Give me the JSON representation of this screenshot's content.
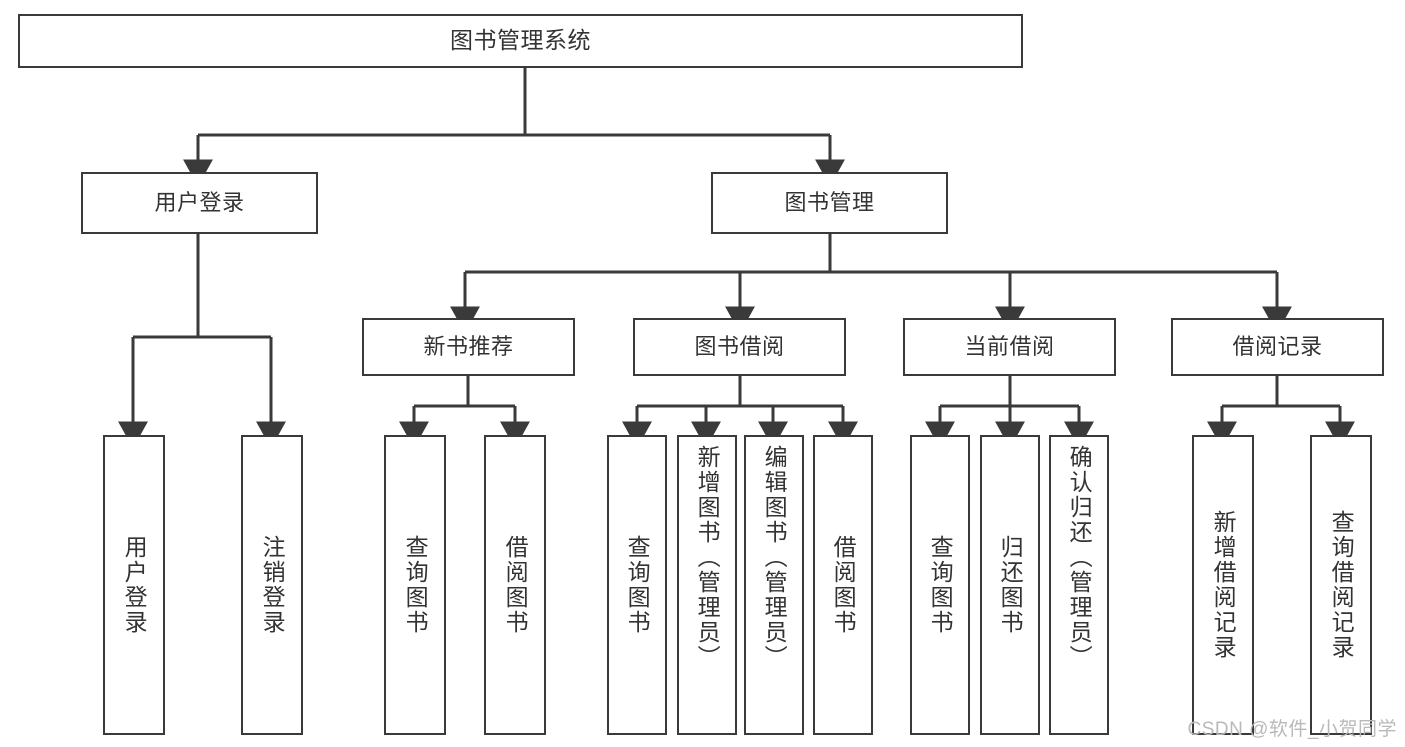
{
  "diagram": {
    "title": "图书管理系统",
    "type": "tree",
    "watermark": "CSDN @软件_小贺同学",
    "colors": {
      "box_border": "#3a3a3a",
      "box_fill": "#ffffff",
      "edge": "#3a3a3a",
      "text": "#333333",
      "watermark": "#b9b9b9"
    },
    "root": {
      "id": "root",
      "label": "图书管理系统"
    },
    "level1": [
      {
        "id": "l1-0",
        "label": "用户登录"
      },
      {
        "id": "l1-1",
        "label": "图书管理"
      }
    ],
    "level2": [
      {
        "id": "l2-0",
        "label": "新书推荐",
        "parent": "l1-1"
      },
      {
        "id": "l2-1",
        "label": "图书借阅",
        "parent": "l1-1"
      },
      {
        "id": "l2-2",
        "label": "当前借阅",
        "parent": "l1-1"
      },
      {
        "id": "l2-3",
        "label": "借阅记录",
        "parent": "l1-1"
      }
    ],
    "leaves": [
      {
        "id": "lf-0",
        "label": "用户登录",
        "parent": "l1-0"
      },
      {
        "id": "lf-1",
        "label": "注销登录",
        "parent": "l1-0"
      },
      {
        "id": "lf-2",
        "label": "查询图书",
        "parent": "l2-0"
      },
      {
        "id": "lf-3",
        "label": "借阅图书",
        "parent": "l2-0"
      },
      {
        "id": "lf-4",
        "label": "查询图书",
        "parent": "l2-1"
      },
      {
        "id": "lf-5",
        "label": "新增图书（管理员）",
        "parent": "l2-1"
      },
      {
        "id": "lf-6",
        "label": "编辑图书（管理员）",
        "parent": "l2-1"
      },
      {
        "id": "lf-7",
        "label": "借阅图书",
        "parent": "l2-1"
      },
      {
        "id": "lf-8",
        "label": "查询图书",
        "parent": "l2-2"
      },
      {
        "id": "lf-9",
        "label": "归还图书",
        "parent": "l2-2"
      },
      {
        "id": "lf-10",
        "label": "确认归还（管理员）",
        "parent": "l2-2"
      },
      {
        "id": "lf-11",
        "label": "新增借阅记录",
        "parent": "l2-3"
      },
      {
        "id": "lf-12",
        "label": "查询借阅记录",
        "parent": "l2-3"
      }
    ]
  }
}
